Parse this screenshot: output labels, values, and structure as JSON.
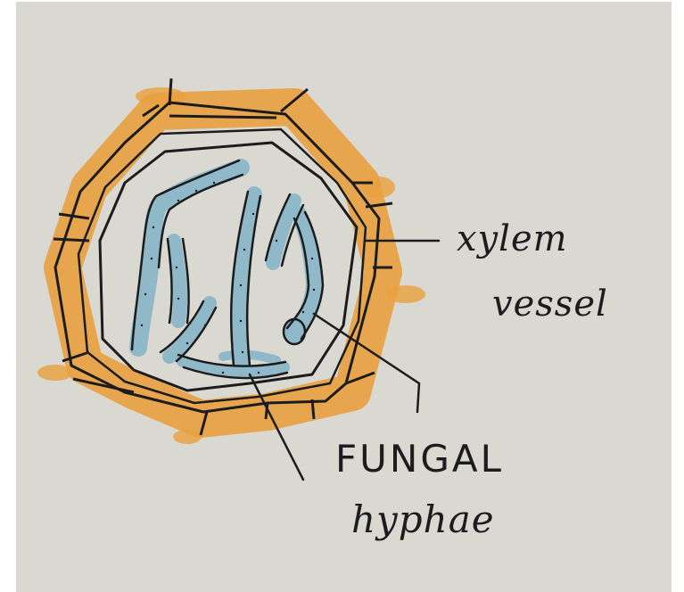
{
  "labels": {
    "xylem_line1": "xylem",
    "xylem_line2": "vessel",
    "hyphae_line1": "FUNGAL",
    "hyphae_line2": "hyphae"
  },
  "colors": {
    "paper": "#d9d8d1",
    "cell_wall_fill": "#e8a13e",
    "ink": "#1c1c1e",
    "hyphae_fill": "#8fb8c8",
    "hyphae_shadow": "#a9ccd6"
  }
}
